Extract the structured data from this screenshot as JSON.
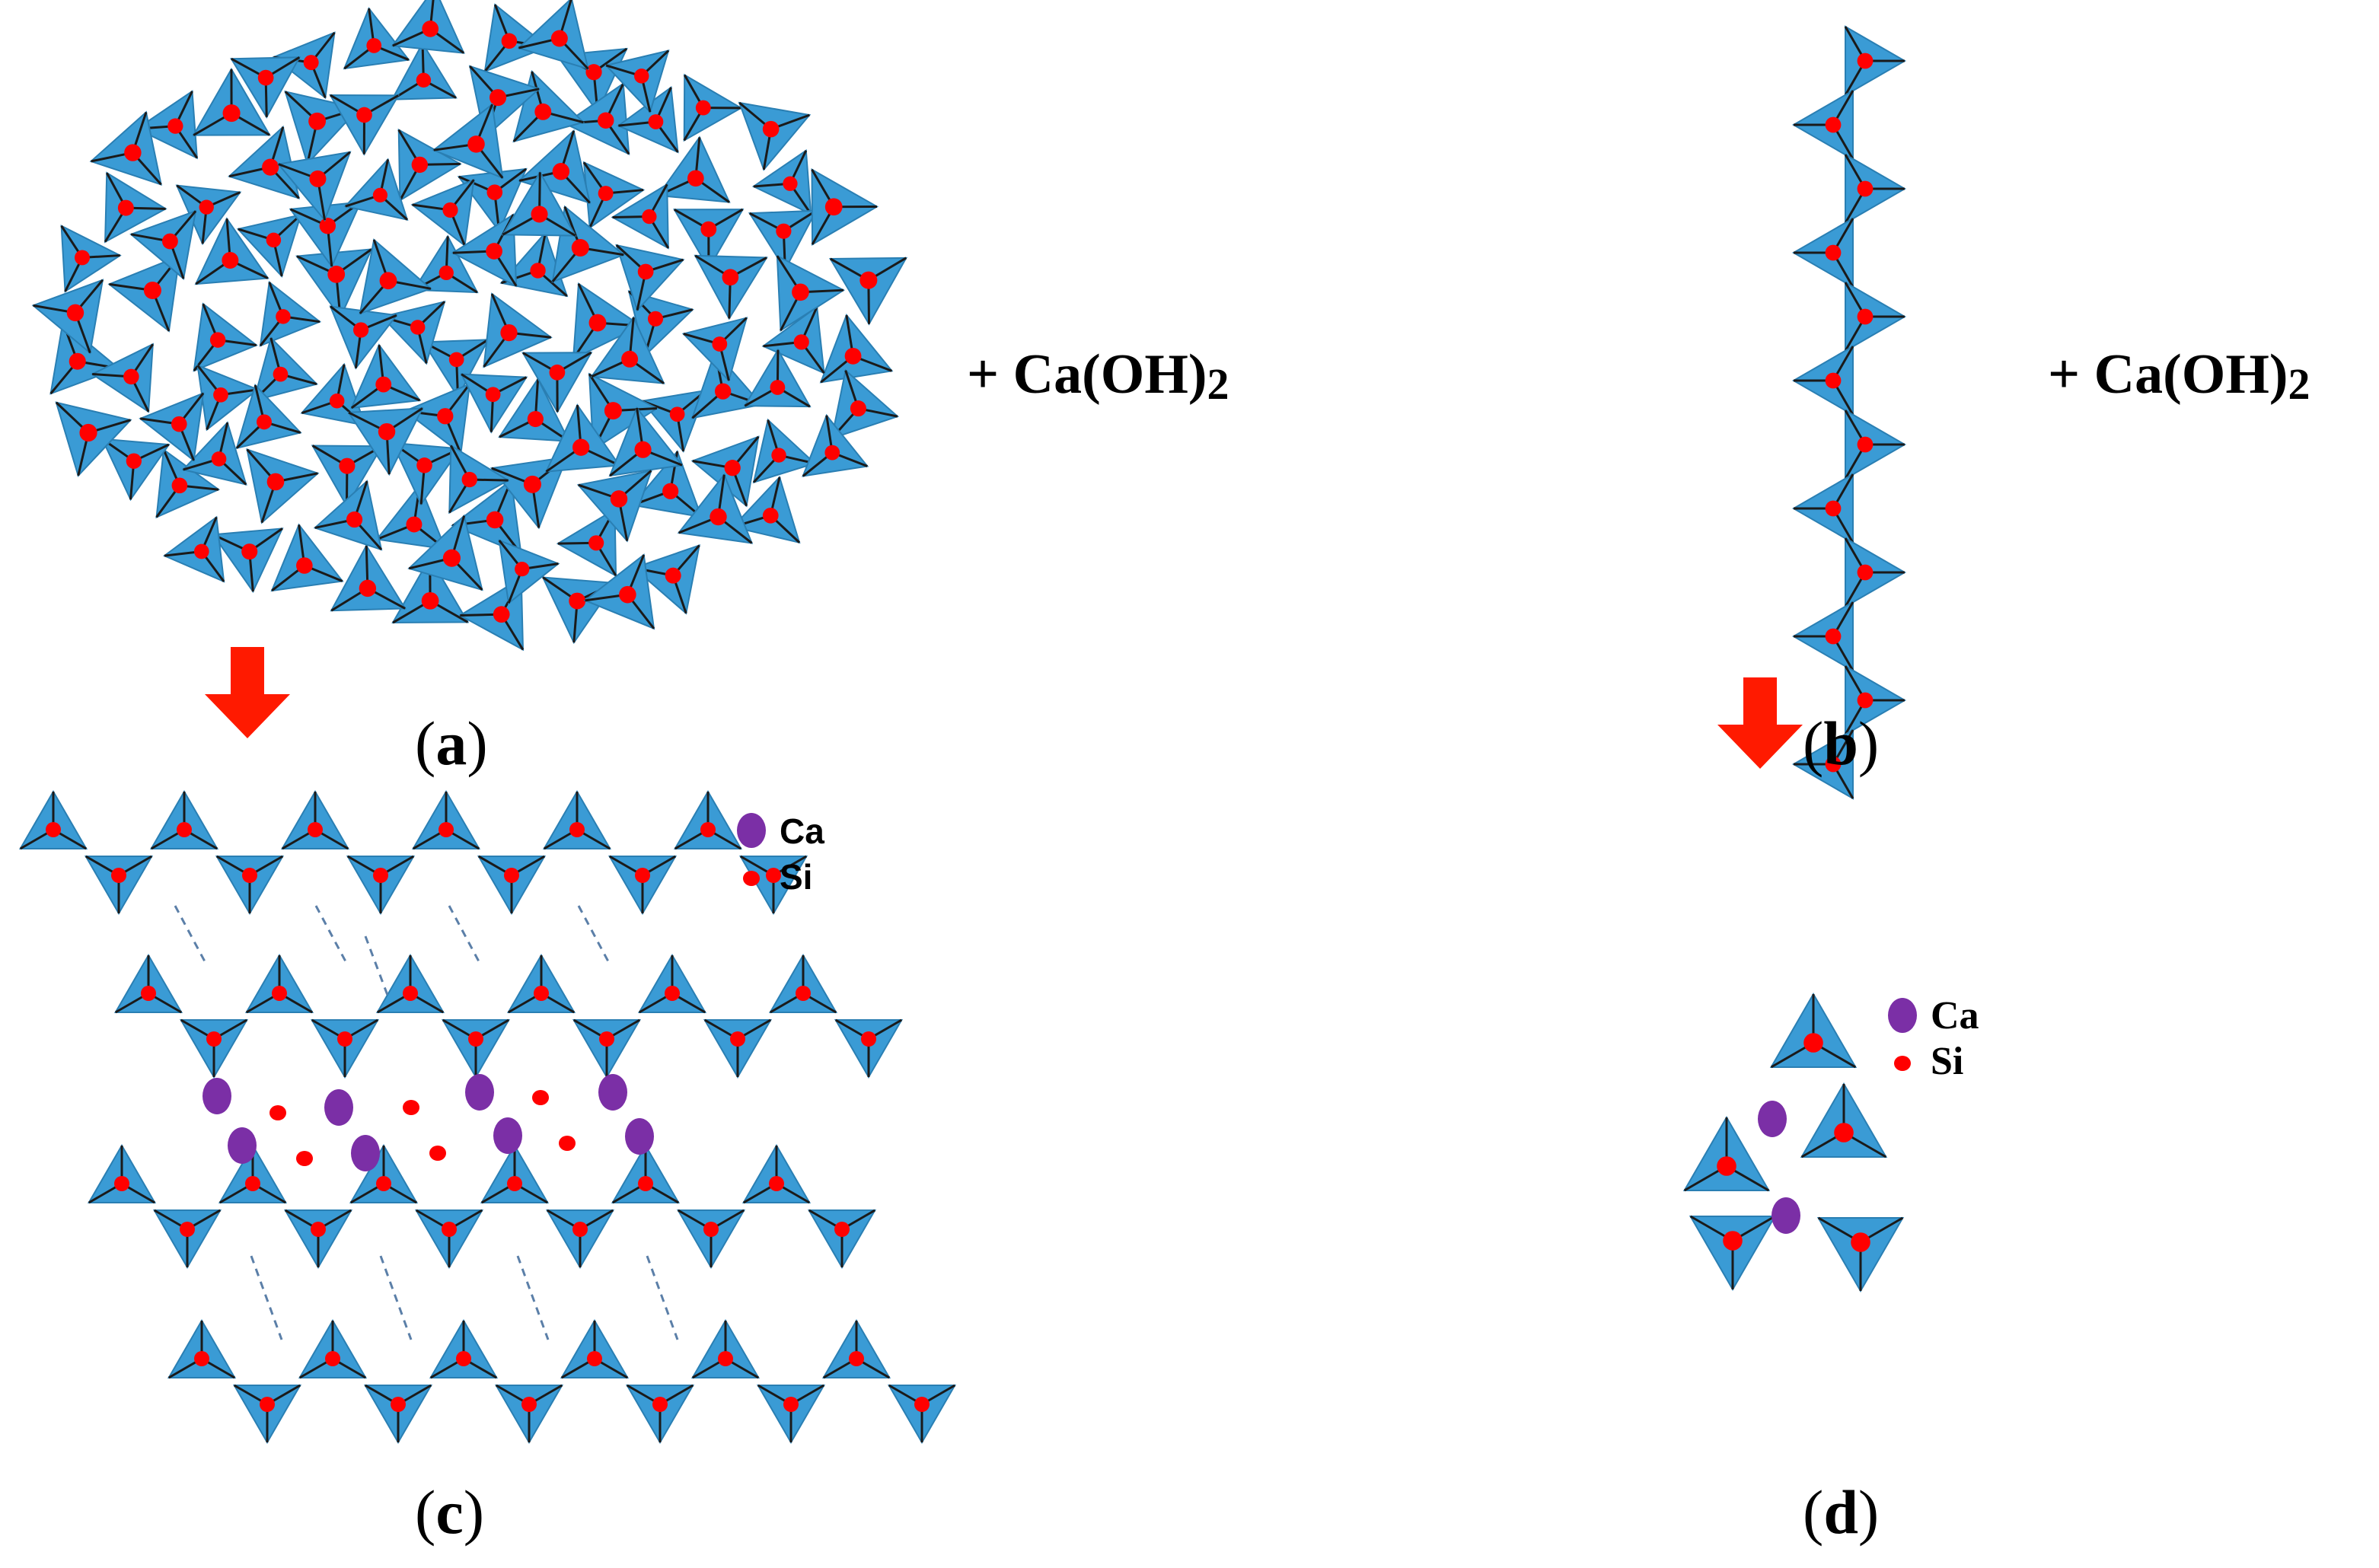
{
  "reactant_a": {
    "plus": "+",
    "formula": "Ca(OH)",
    "subscript": "2"
  },
  "reactant_b": {
    "plus": "+",
    "formula": "Ca(OH)",
    "subscript": "2"
  },
  "captions": {
    "a": {
      "open": "(",
      "letter": "a",
      "close": ")"
    },
    "b": {
      "open": "(",
      "letter": "b",
      "close": ")"
    },
    "c": {
      "open": "(",
      "letter": "c",
      "close": ")"
    },
    "d": {
      "open": "(",
      "letter": "d",
      "close": ")"
    }
  },
  "legend_c": {
    "ca_label": "Ca",
    "si_label": "Si"
  },
  "legend_d": {
    "ca_label": "Ca",
    "si_label": "Si"
  },
  "colors": {
    "tetrahedron": "#3a9bd5",
    "tetrahedron_edge": "#1a1a1a",
    "silicon": "#ff0000",
    "calcium": "#7b2fa6",
    "arrow": "#ff1a00",
    "bond": "#5b7fa8"
  }
}
